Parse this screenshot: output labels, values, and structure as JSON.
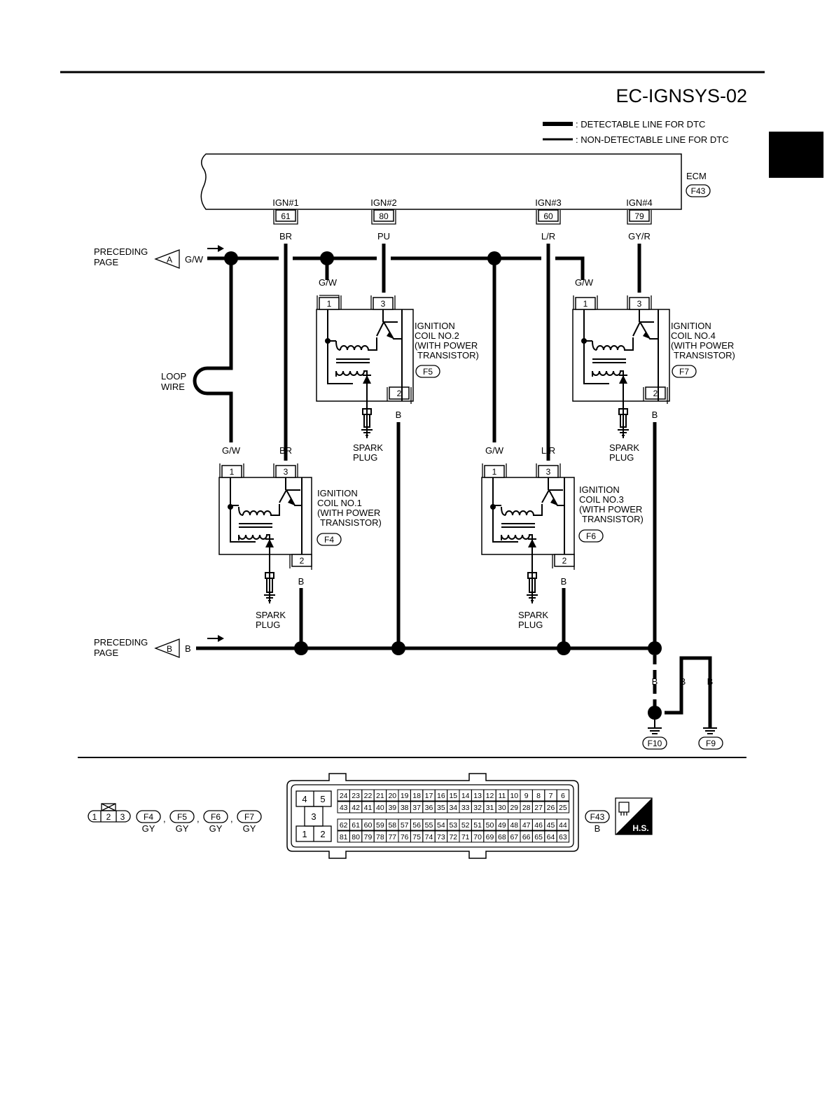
{
  "header": {
    "code": "EC-IGNSYS-02",
    "legend_detectable": ": DETECTABLE LINE FOR DTC",
    "legend_nondetectable": ": NON-DETECTABLE LINE FOR DTC"
  },
  "ecm": {
    "name": "ECM",
    "connector": "F43",
    "terminals": [
      {
        "signal": "IGN#1",
        "pin": "61",
        "wire": "BR"
      },
      {
        "signal": "IGN#2",
        "pin": "80",
        "wire": "PU"
      },
      {
        "signal": "IGN#3",
        "pin": "60",
        "wire": "L/R"
      },
      {
        "signal": "IGN#4",
        "pin": "79",
        "wire": "GY/R"
      }
    ]
  },
  "preceding": {
    "line1": "PRECEDING",
    "line2": "PAGE",
    "a": {
      "letter": "A",
      "wire": "G/W"
    },
    "b": {
      "letter": "B",
      "wire": "B"
    }
  },
  "loop_wire": {
    "line1": "LOOP",
    "line2": "WIRE"
  },
  "coils": {
    "c1": {
      "l1": "IGNITION",
      "l2": "COIL NO.1",
      "l3": "(WITH POWER",
      "l4": "TRANSISTOR)",
      "connector": "F4",
      "pin1": "1",
      "pin2": "2",
      "pin3": "3",
      "w1": "G/W",
      "w3": "BR",
      "w2": "B"
    },
    "c2": {
      "l1": "IGNITION",
      "l2": "COIL NO.2",
      "l3": "(WITH POWER",
      "l4": "TRANSISTOR)",
      "connector": "F5",
      "pin1": "1",
      "pin2": "2",
      "pin3": "3",
      "w1": "G/W",
      "w2": "B"
    },
    "c3": {
      "l1": "IGNITION",
      "l2": "COIL NO.3",
      "l3": "(WITH POWER",
      "l4": "TRANSISTOR)",
      "connector": "F6",
      "pin1": "1",
      "pin2": "2",
      "pin3": "3",
      "w1": "G/W",
      "w3": "L/R",
      "w2": "B"
    },
    "c4": {
      "l1": "IGNITION",
      "l2": "COIL NO.4",
      "l3": "(WITH POWER",
      "l4": "TRANSISTOR)",
      "connector": "F7",
      "pin1": "1",
      "pin2": "2",
      "pin3": "3",
      "w1": "G/W",
      "w2": "B"
    }
  },
  "spark": {
    "line1": "SPARK",
    "line2": "PLUG"
  },
  "ground": {
    "wire": "B",
    "f10": "F10",
    "f9": "F9"
  },
  "footer": {
    "small_pins": [
      "1",
      "2",
      "3"
    ],
    "coil_connectors": [
      {
        "id": "F4",
        "color": "GY"
      },
      {
        "id": "F5",
        "color": "GY"
      },
      {
        "id": "F6",
        "color": "GY"
      },
      {
        "id": "F7",
        "color": "GY"
      }
    ],
    "comma": ",",
    "ecm_connector": {
      "id": "F43",
      "color": "B"
    },
    "big_left_pins": [
      "4",
      "5",
      "3",
      "1",
      "2"
    ],
    "row1": [
      "24",
      "23",
      "22",
      "21",
      "20",
      "19",
      "18",
      "17",
      "16",
      "15",
      "14",
      "13",
      "12",
      "11",
      "10",
      "9",
      "8",
      "7",
      "6"
    ],
    "row2": [
      "43",
      "42",
      "41",
      "40",
      "39",
      "38",
      "37",
      "36",
      "35",
      "34",
      "33",
      "32",
      "31",
      "30",
      "29",
      "28",
      "27",
      "26",
      "25"
    ],
    "row3": [
      "62",
      "61",
      "60",
      "59",
      "58",
      "57",
      "56",
      "55",
      "54",
      "53",
      "52",
      "51",
      "50",
      "49",
      "48",
      "47",
      "46",
      "45",
      "44"
    ],
    "row4": [
      "81",
      "80",
      "79",
      "78",
      "77",
      "76",
      "75",
      "74",
      "73",
      "72",
      "71",
      "70",
      "69",
      "68",
      "67",
      "66",
      "65",
      "64",
      "63"
    ],
    "hs": "H.S."
  }
}
